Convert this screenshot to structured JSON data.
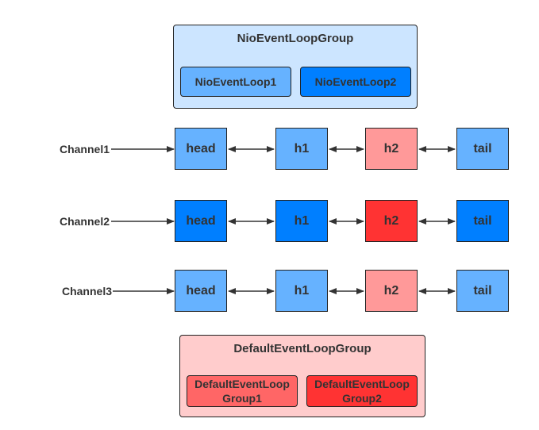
{
  "nio_group": {
    "title": "NioEventLoopGroup",
    "loops": [
      "NioEventLoop1",
      "NioEventLoop2"
    ]
  },
  "default_group": {
    "title": "DefaultEventLoopGroup",
    "loops": [
      "DefaultEventLoopGroup1",
      "DefaultEventLoopGroup2"
    ]
  },
  "channels": [
    {
      "label": "Channel1",
      "nodes": [
        "head",
        "h1",
        "h2",
        "tail"
      ]
    },
    {
      "label": "Channel2",
      "nodes": [
        "head",
        "h1",
        "h2",
        "tail"
      ]
    },
    {
      "label": "Channel3",
      "nodes": [
        "head",
        "h1",
        "h2",
        "tail"
      ]
    }
  ],
  "colors": {
    "nio_group_fill": "#cce5ff",
    "nio_loop1_fill": "#66b2ff",
    "nio_loop2_fill": "#007fff",
    "default_group_fill": "#ffcccc",
    "default_loop1_fill": "#ff6666",
    "default_loop2_fill": "#ff3333",
    "light_blue_node": "#66b2ff",
    "dark_blue_node": "#007fff",
    "light_red_node": "#ff9999",
    "dark_red_node": "#ff3333"
  }
}
